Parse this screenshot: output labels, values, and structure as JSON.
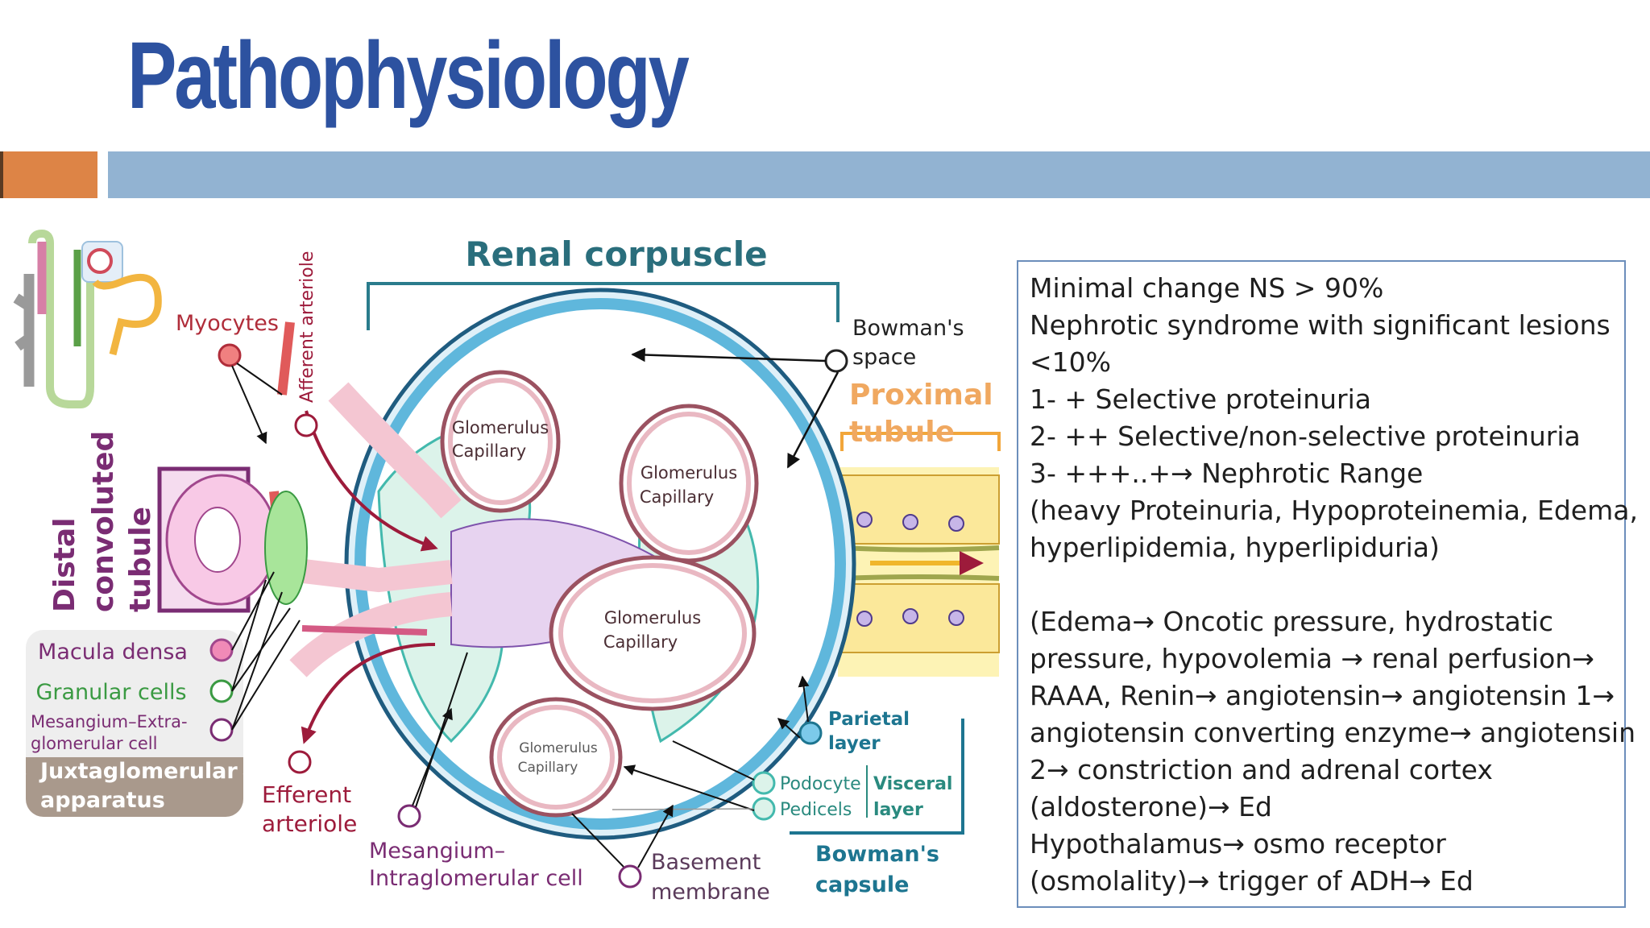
{
  "slide": {
    "title": "Pathophysiology"
  },
  "diagram": {
    "heading": "Renal corpuscle",
    "labels": {
      "myocytes": "Myocytes",
      "afferent_arteriole": "Afferent arteriole",
      "bowmans_space_1": "Bowman's",
      "bowmans_space_2": "space",
      "proximal_1": "Proximal",
      "proximal_2": "tubule",
      "distal_1": "Distal",
      "distal_2": "convoluted",
      "distal_3": "tubule",
      "glom_1a": "Glomerulus",
      "glom_1b": "Capillary",
      "glom_2a": "Glomerulus",
      "glom_2b": "Capillary",
      "glom_3a": "Glomerulus",
      "glom_3b": "Capillary",
      "glom_4a": "Glomerulus",
      "glom_4b": "Capillary",
      "macula_densa": "Macula densa",
      "granular_cells": "Granular cells",
      "mesangium_extra_1": "Mesangium–Extra-",
      "mesangium_extra_2": "glomerular cell",
      "jga_1": "Juxtaglomerular",
      "jga_2": "apparatus",
      "efferent_1": "Efferent",
      "efferent_2": "arteriole",
      "mesangium_intra_1": "Mesangium–",
      "mesangium_intra_2": "Intraglomerular cell",
      "basement_1": "Basement",
      "basement_2": "membrane",
      "parietal_1": "Parietal",
      "parietal_2": "layer",
      "podocyte": "Podocyte",
      "pedicels": "Pedicels",
      "visceral_1": "Visceral",
      "visceral_2": "layer",
      "capsule_1": "Bowman's",
      "capsule_2": "capsule"
    }
  },
  "notes": {
    "lines": [
      "Minimal change NS > 90%",
      "Nephrotic syndrome with significant lesions",
      "<10%",
      "1- + Selective proteinuria",
      "2- ++ Selective/non-selective proteinuria",
      "3- +++..+→ Nephrotic Range",
      "(heavy Proteinuria, Hypoproteinemia, Edema,",
      "hyperlipidemia, hyperlipiduria)",
      "",
      "(Edema→ Oncotic pressure, hydrostatic",
      "pressure, hypovolemia → renal perfusion→",
      "RAAA, Renin→ angiotensin→ angiotensin 1→",
      "angiotensin converting enzyme→ angiotensin",
      "2→ constriction and adrenal cortex",
      "(aldosterone)→ Ed",
      "Hypothalamus→ osmo receptor",
      "(osmolality)→ trigger of ADH→ Ed"
    ]
  },
  "colors": {
    "title": "#2d52a0",
    "accent_orange": "#dd8446",
    "accent_blue": "#92b3d2",
    "heading_teal": "#2a6e7c",
    "purple_label": "#7a2c73",
    "orange_label": "#f0a860",
    "blue_label": "#1d7590"
  }
}
